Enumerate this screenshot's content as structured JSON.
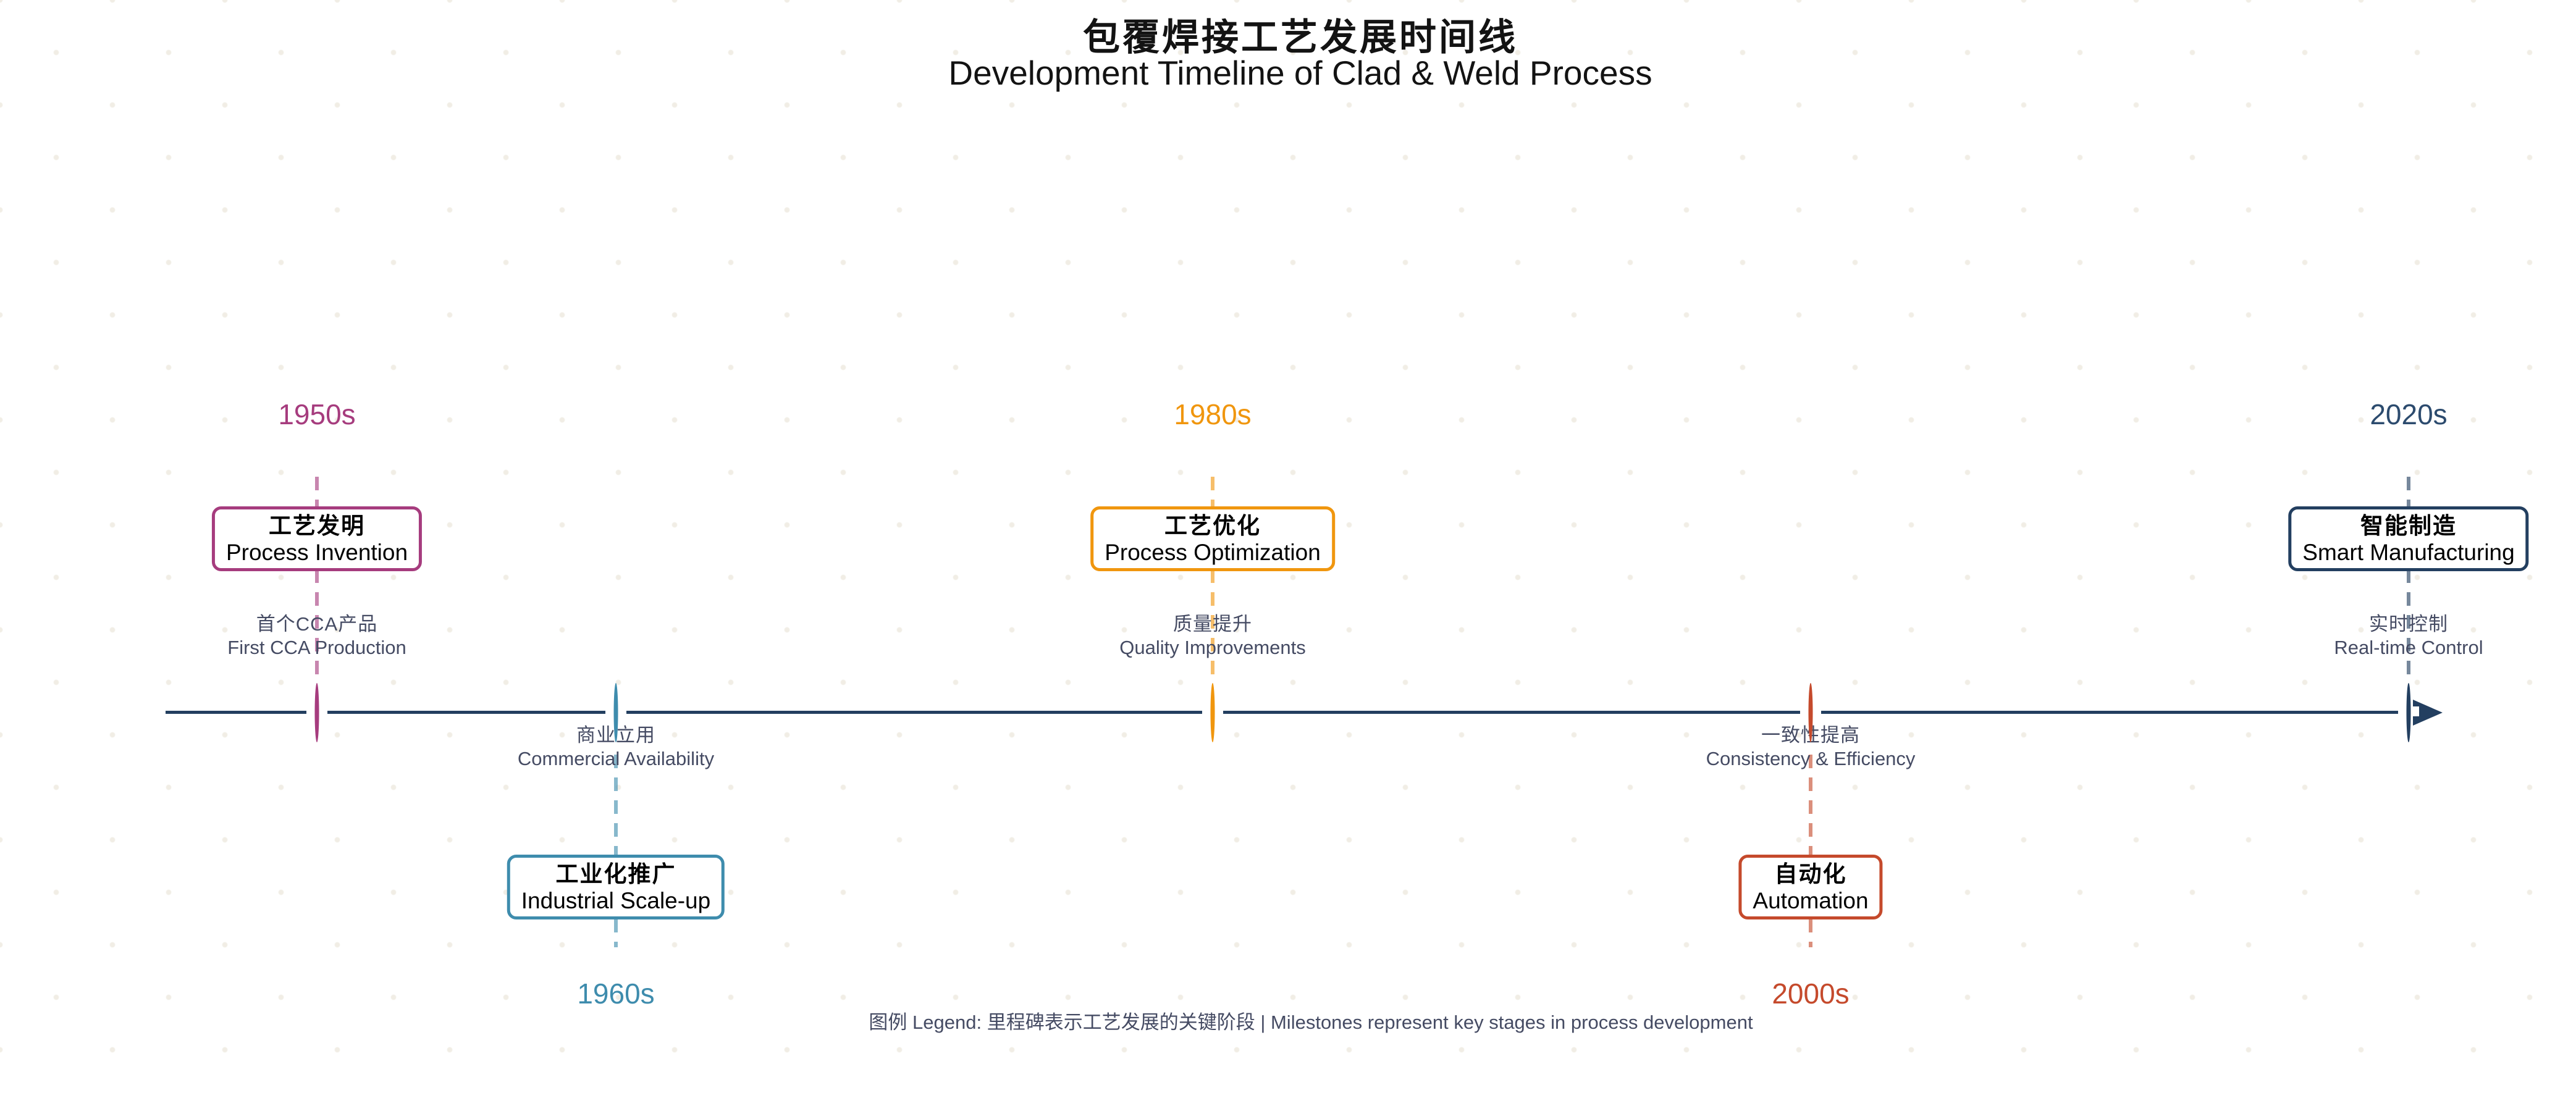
{
  "title": {
    "zh": "包覆焊接工艺发展时间线",
    "en": "Development Timeline of Clad & Weld Process"
  },
  "legend_note": "图例 Legend: 里程碑表示工艺发展的关键阶段 | Milestones represent key stages in process development",
  "colors": {
    "axis": "#233F60",
    "description_text": "#454B63",
    "box_text": "#000000",
    "title_text": "#131313"
  },
  "chart_data": {
    "type": "timeline",
    "orientation": "horizontal",
    "milestones": [
      {
        "era": "1950s",
        "title_zh": "工艺发明",
        "title_en": "Process Invention",
        "desc_zh": "首个CCA产品",
        "desc_en": "First CCA Production",
        "color": "#A63C7E",
        "position": "above"
      },
      {
        "era": "1960s",
        "title_zh": "工业化推广",
        "title_en": "Industrial Scale-up",
        "desc_zh": "商业立用",
        "desc_en": "Commercial Availability",
        "color": "#3E8CAD",
        "position": "below"
      },
      {
        "era": "1980s",
        "title_zh": "工艺优化",
        "title_en": "Process Optimization",
        "desc_zh": "质量提升",
        "desc_en": "Quality Improvements",
        "color": "#F0960E",
        "position": "above"
      },
      {
        "era": "2000s",
        "title_zh": "自动化",
        "title_en": "Automation",
        "desc_zh": "一致性提高",
        "desc_en": "Consistency & Efficiency",
        "color": "#C54A2C",
        "position": "below"
      },
      {
        "era": "2020s",
        "title_zh": "智能制造",
        "title_en": "Smart Manufacturing",
        "desc_zh": "实时控制",
        "desc_en": "Real-time Control",
        "color": "#233F60",
        "era_color": "#2C4B6E",
        "position": "above"
      }
    ]
  },
  "milestones": [
    {
      "era": "1950s",
      "title_zh": "工艺发明",
      "title_en": "Process Invention",
      "desc_zh": "首个CCA产品",
      "desc_en": "First CCA Production",
      "color": "#A63C7E",
      "position": "above"
    },
    {
      "era": "1960s",
      "title_zh": "工业化推广",
      "title_en": "Industrial Scale-up",
      "desc_zh": "商业立用",
      "desc_en": "Commercial Availability",
      "color": "#3E8CAD",
      "position": "below"
    },
    {
      "era": "1980s",
      "title_zh": "工艺优化",
      "title_en": "Process Optimization",
      "desc_zh": "质量提升",
      "desc_en": "Quality Improvements",
      "color": "#F0960E",
      "position": "above"
    },
    {
      "era": "2000s",
      "title_zh": "自动化",
      "title_en": "Automation",
      "desc_zh": "一致性提高",
      "desc_en": "Consistency & Efficiency",
      "color": "#C54A2C",
      "position": "below"
    },
    {
      "era": "2020s",
      "title_zh": "智能制造",
      "title_en": "Smart Manufacturing",
      "desc_zh": "实时控制",
      "desc_en": "Real-time Control",
      "color": "#233F60",
      "era_color": "#2C4B6E",
      "position": "above"
    }
  ]
}
